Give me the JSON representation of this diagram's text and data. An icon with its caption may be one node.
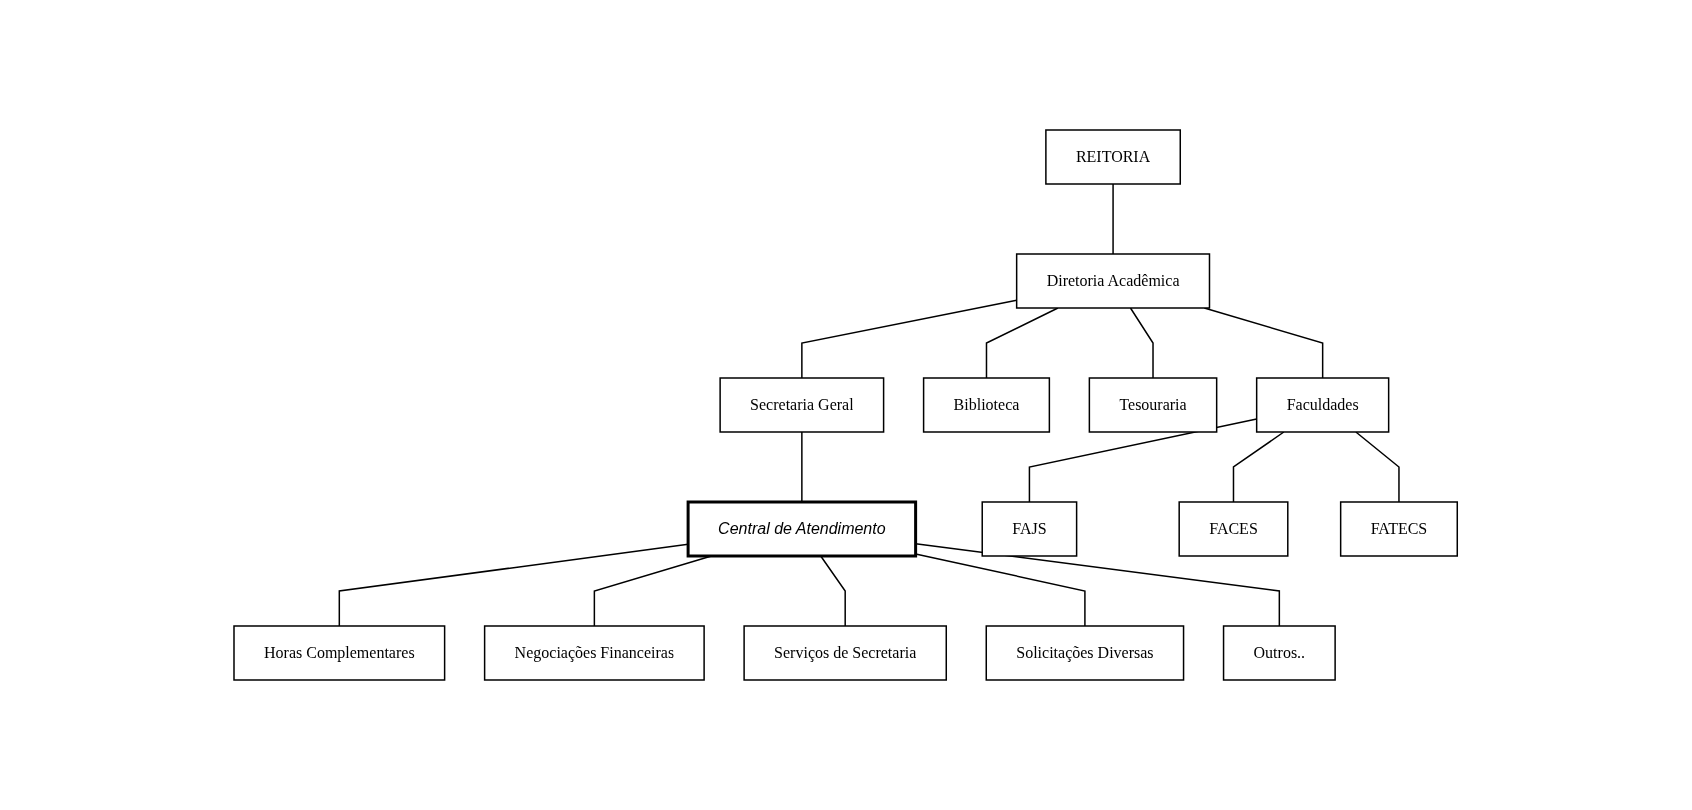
{
  "diagram": {
    "nodes": [
      {
        "text": [
          "REITORIA"
        ]
      },
      {
        "text": [
          "Diretoria Acadêmica"
        ]
      },
      {
        "text": [
          "Secretaria Geral"
        ]
      },
      {
        "text": [
          "Biblioteca"
        ]
      },
      {
        "text": [
          "Tesouraria"
        ]
      },
      {
        "text": [
          "Faculdades"
        ]
      },
      {
        "text": [
          "Central de Atendimento"
        ]
      },
      {
        "text": [
          "FAJS"
        ]
      },
      {
        "text": [
          "FACES"
        ]
      },
      {
        "text": [
          "FATECS"
        ]
      },
      {
        "text": [
          "Horas Complementares"
        ]
      },
      {
        "text": [
          "Negociações Financeiras"
        ]
      },
      {
        "text": [
          "Serviços de Secretaria"
        ]
      },
      {
        "text": [
          "Solicitações Diversas"
        ]
      },
      {
        "text": [
          "Outros.."
        ]
      }
    ],
    "edges": [
      {
        "from": 0,
        "to": 1,
        "arrow": "none"
      },
      {
        "from": 1,
        "to": 2,
        "arrow": "none"
      },
      {
        "from": 1,
        "to": 3,
        "arrow": "none"
      },
      {
        "from": 1,
        "to": 4,
        "arrow": "none"
      },
      {
        "from": 1,
        "to": 5,
        "arrow": "none"
      },
      {
        "from": 2,
        "to": 6,
        "arrow": "none"
      },
      {
        "from": 5,
        "to": 7,
        "arrow": "none"
      },
      {
        "from": 5,
        "to": 8,
        "arrow": "none"
      },
      {
        "from": 5,
        "to": 9,
        "arrow": "none"
      },
      {
        "from": 6,
        "to": 10,
        "arrow": "none"
      },
      {
        "from": 6,
        "to": 11,
        "arrow": "none"
      },
      {
        "from": 6,
        "to": 12,
        "arrow": "none"
      },
      {
        "from": 6,
        "to": 13,
        "arrow": "none"
      },
      {
        "from": 6,
        "to": 14,
        "arrow": "none"
      }
    ]
  }
}
